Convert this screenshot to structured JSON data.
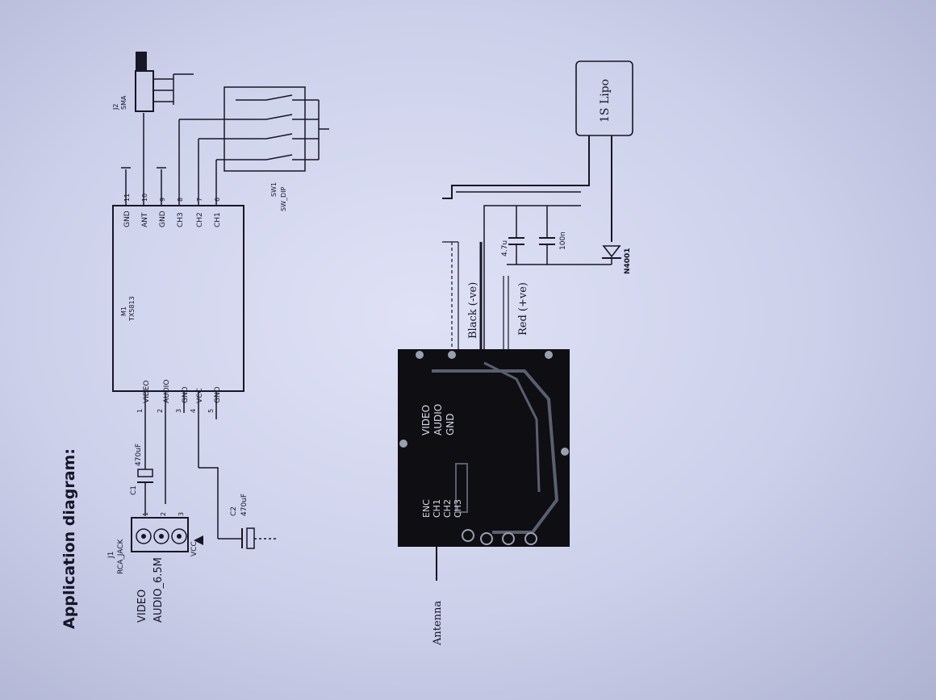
{
  "title": "Application diagram:",
  "schematic": {
    "jack": {
      "ref": "J1",
      "part": "RCA_JACK",
      "pins": [
        "1",
        "2",
        "3"
      ],
      "vcc": "VCC"
    },
    "jack_labels": {
      "video": "VIDEO",
      "audio": "AUDIO_6.5M"
    },
    "c1": {
      "ref": "C1",
      "value": "470uF"
    },
    "c2": {
      "ref": "C2",
      "value": "470uF"
    },
    "module": {
      "ref": "M1",
      "part": "TX5813",
      "left_pins": [
        {
          "num": "1",
          "name": "VIDEO"
        },
        {
          "num": "2",
          "name": "AUDIO"
        },
        {
          "num": "3",
          "name": "GND"
        },
        {
          "num": "4",
          "name": "VCC"
        },
        {
          "num": "5",
          "name": "GND"
        }
      ],
      "right_pins": [
        {
          "num": "11",
          "name": "GND"
        },
        {
          "num": "10",
          "name": "ANT"
        },
        {
          "num": "9",
          "name": "GND"
        },
        {
          "num": "8",
          "name": "CH3"
        },
        {
          "num": "7",
          "name": "CH2"
        },
        {
          "num": "6",
          "name": "CH1"
        }
      ]
    },
    "switch": {
      "ref": "SW1",
      "part": "SW_DIP"
    },
    "sma": {
      "ref": "J2",
      "part": "SMA"
    }
  },
  "wiring": {
    "battery": "1S Lipo",
    "cap1": "4.7u",
    "cap2": "100n",
    "diode": "N4001",
    "black_wire": "Black (-ve)",
    "red_wire": "Red (+ve)",
    "antenna": "Antenna",
    "board_labels_top": [
      "VIDEO",
      "AUDIO",
      "GND"
    ],
    "board_labels_bottom": [
      "ENC",
      "CH1",
      "CH2",
      "CH3"
    ]
  },
  "colors": {
    "paper": "#d2d6ef",
    "ink": "#161626",
    "board": "#0e0e13",
    "trace": "#5a5f70"
  }
}
